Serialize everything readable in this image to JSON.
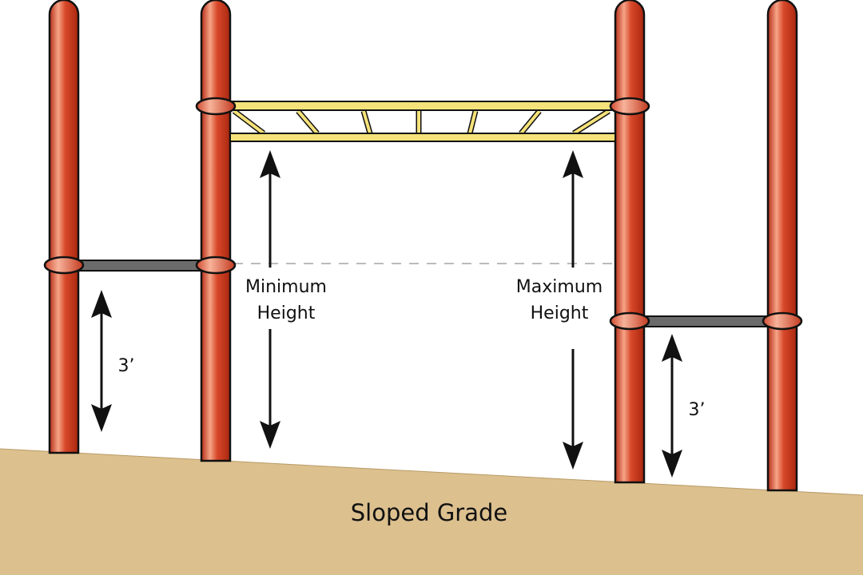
{
  "diagram": {
    "labels": {
      "minimum_line1": "Minimum",
      "minimum_line2": "Height",
      "maximum_line1": "Maximum",
      "maximum_line2": "Height",
      "left_clearance": "3’",
      "right_clearance": "3’",
      "ground": "Sloped Grade"
    },
    "colors": {
      "post": "#c8391f",
      "post_highlight": "#f6a487",
      "ladder": "#f5e27a",
      "platform_bar": "#6b6b6b",
      "ground": "#dcc08e",
      "outline": "#111111"
    }
  }
}
